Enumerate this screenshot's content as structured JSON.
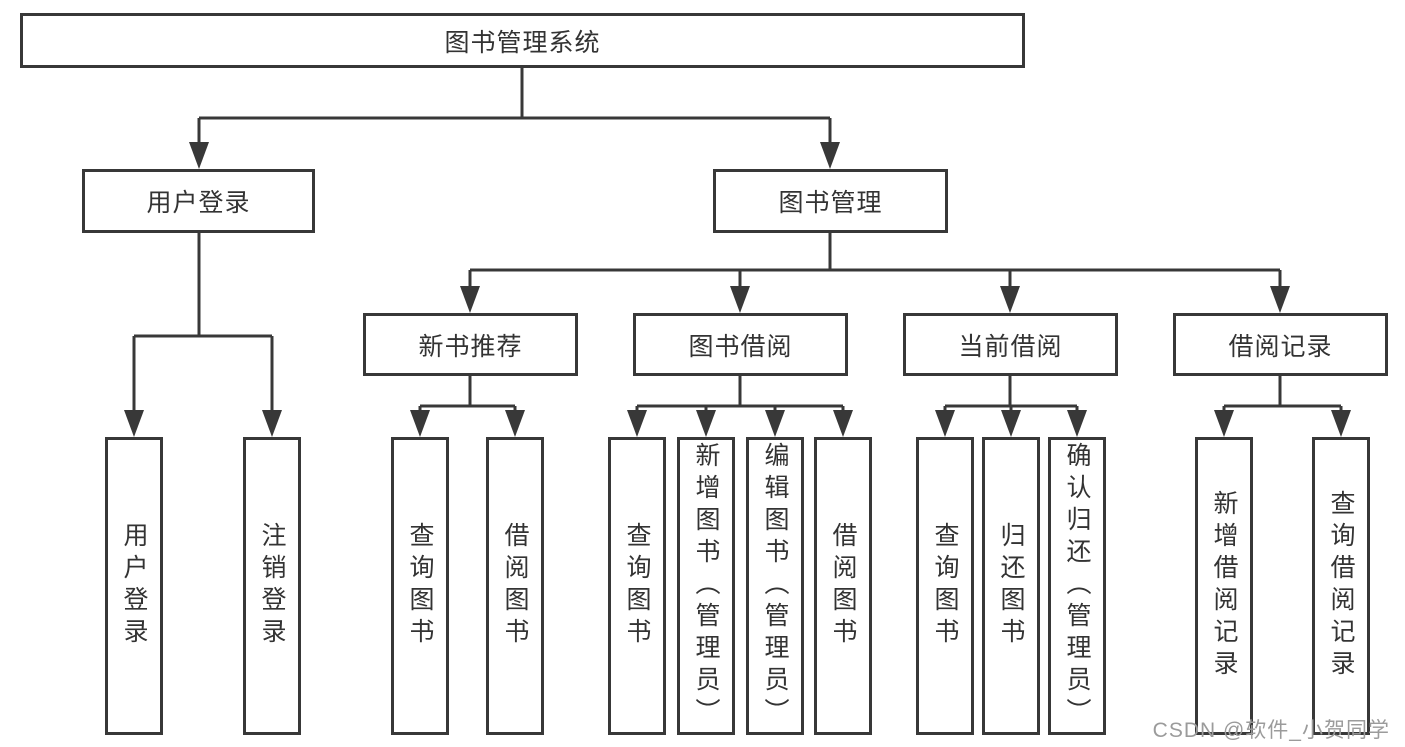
{
  "diagram": {
    "title": "图书管理系统",
    "watermark": "CSDN @软件_小贺同学",
    "colors": {
      "line": "#383838",
      "box_border": "#383838",
      "text": "#333333",
      "background": "#ffffff",
      "watermark": "#9b9b9b"
    },
    "level2": [
      {
        "label": "用户登录",
        "parent": "图书管理系统"
      },
      {
        "label": "图书管理",
        "parent": "图书管理系统"
      }
    ],
    "level3": [
      {
        "label": "新书推荐",
        "parent": "图书管理"
      },
      {
        "label": "图书借阅",
        "parent": "图书管理"
      },
      {
        "label": "当前借阅",
        "parent": "图书管理"
      },
      {
        "label": "借阅记录",
        "parent": "图书管理"
      }
    ],
    "leaves": [
      {
        "label": "用户登录",
        "parent": "用户登录"
      },
      {
        "label": "注销登录",
        "parent": "用户登录"
      },
      {
        "label": "查询图书",
        "parent": "新书推荐"
      },
      {
        "label": "借阅图书",
        "parent": "新书推荐"
      },
      {
        "label": "查询图书",
        "parent": "图书借阅"
      },
      {
        "label": "新增图书（管理员）",
        "parent": "图书借阅"
      },
      {
        "label": "编辑图书（管理员）",
        "parent": "图书借阅"
      },
      {
        "label": "借阅图书",
        "parent": "图书借阅"
      },
      {
        "label": "查询图书",
        "parent": "当前借阅"
      },
      {
        "label": "归还图书",
        "parent": "当前借阅"
      },
      {
        "label": "确认归还（管理员）",
        "parent": "当前借阅"
      },
      {
        "label": "新增借阅记录",
        "parent": "借阅记录"
      },
      {
        "label": "查询借阅记录",
        "parent": "借阅记录"
      }
    ]
  }
}
